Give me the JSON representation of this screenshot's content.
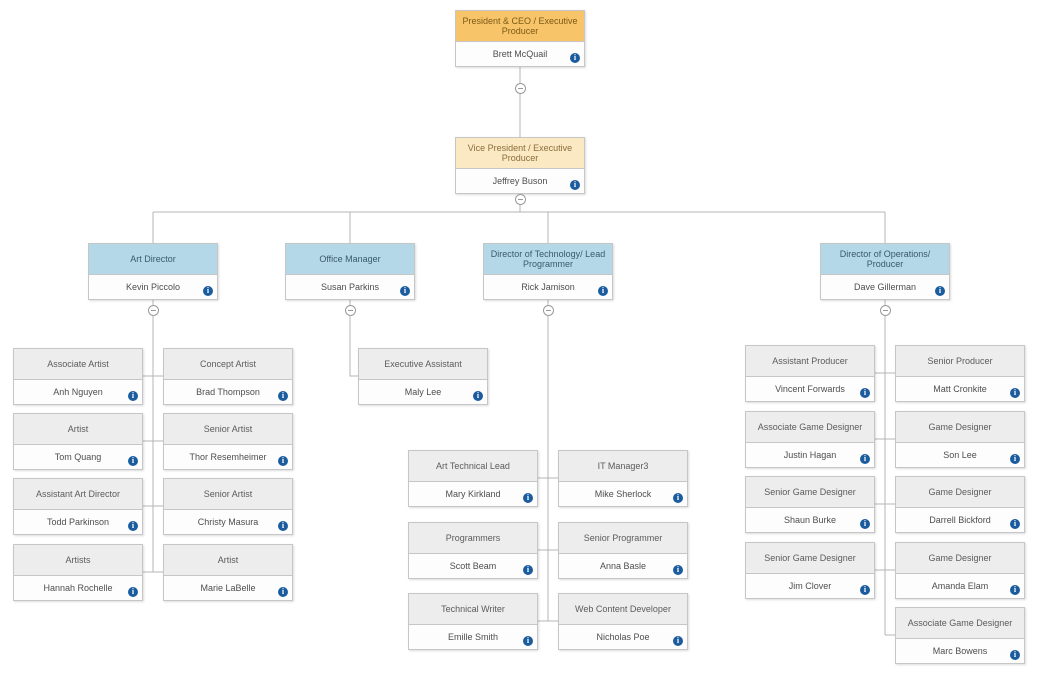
{
  "colors": {
    "ceo_header": "#f7c469",
    "vp_header": "#fbe9c3",
    "director_header": "#b4d8e8",
    "staff_header": "#ededed",
    "info_icon": "#1b5c9e",
    "connector": "#b5b5b5"
  },
  "icons": {
    "info": "i",
    "collapse_toggle": "minus-in-circle"
  },
  "nodes": [
    {
      "title": "President & CEO / Executive Producer",
      "name": "Brett McQuail"
    },
    {
      "title": "Vice President / Executive Producer",
      "name": "Jeffrey Buson"
    },
    {
      "title": "Art Director",
      "name": "Kevin Piccolo"
    },
    {
      "title": "Office Manager",
      "name": "Susan Parkins"
    },
    {
      "title": "Director of Technology/ Lead Programmer",
      "name": "Rick Jamison"
    },
    {
      "title": "Director of Operations/ Producer",
      "name": "Dave Gillerman"
    },
    {
      "title": "Associate Artist",
      "name": "Anh Nguyen"
    },
    {
      "title": "Concept Artist",
      "name": "Brad Thompson"
    },
    {
      "title": "Artist",
      "name": "Tom Quang"
    },
    {
      "title": "Senior Artist",
      "name": "Thor Resemheimer"
    },
    {
      "title": "Assistant Art Director",
      "name": "Todd Parkinson"
    },
    {
      "title": "Senior Artist",
      "name": "Christy Masura"
    },
    {
      "title": "Artists",
      "name": "Hannah Rochelle"
    },
    {
      "title": "Artist",
      "name": "Marie LaBelle"
    },
    {
      "title": "Executive Assistant",
      "name": "Maly Lee"
    },
    {
      "title": "Art Technical Lead",
      "name": "Mary Kirkland"
    },
    {
      "title": "IT Manager3",
      "name": "Mike Sherlock"
    },
    {
      "title": "Programmers",
      "name": "Scott Beam"
    },
    {
      "title": "Senior Programmer",
      "name": "Anna Basle"
    },
    {
      "title": "Technical Writer",
      "name": "Emille Smith"
    },
    {
      "title": "Web Content Developer",
      "name": "Nicholas Poe"
    },
    {
      "title": "Assistant Producer",
      "name": "Vincent Forwards"
    },
    {
      "title": "Senior Producer",
      "name": "Matt Cronkite"
    },
    {
      "title": "Associate Game Designer",
      "name": "Justin Hagan"
    },
    {
      "title": "Game Designer",
      "name": "Son Lee"
    },
    {
      "title": "Senior Game Designer",
      "name": "Shaun Burke"
    },
    {
      "title": "Game Designer",
      "name": "Darrell Bickford"
    },
    {
      "title": "Senior Game Designer",
      "name": "Jim Clover"
    },
    {
      "title": "Game Designer",
      "name": "Amanda Elam"
    },
    {
      "title": "Associate Game Designer",
      "name": "Marc Bowens"
    }
  ]
}
